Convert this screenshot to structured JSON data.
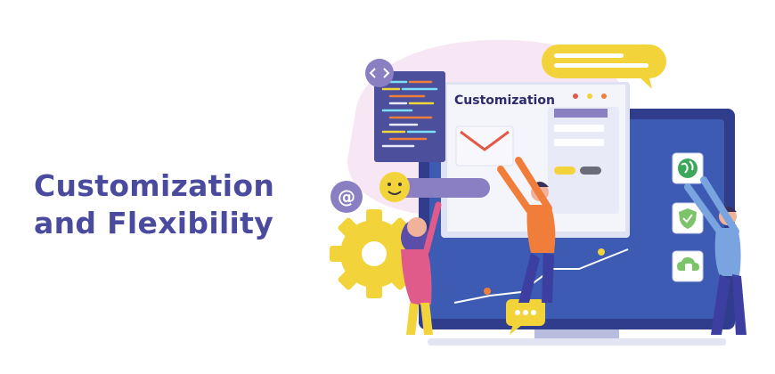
{
  "headline": {
    "line1": "Customization",
    "line2": "and Flexibility"
  },
  "illustration": {
    "panel_title": "Customization",
    "icons": [
      "code-icon",
      "at-sign-icon",
      "smiley-icon",
      "envelope-icon",
      "globe-icon",
      "shield-check-icon",
      "cloud-database-icon",
      "chat-bubble-icon",
      "gear-icon"
    ]
  },
  "colors": {
    "headline": "#4a4a9e",
    "monitor_frame": "#2f3d8c",
    "monitor_screen": "#3d5bb3",
    "accent_yellow": "#f2d43a",
    "code_panel": "#4b4f9c",
    "avatar_purple": "#8b7fc4",
    "blob_pink": "#f7e6f3"
  }
}
